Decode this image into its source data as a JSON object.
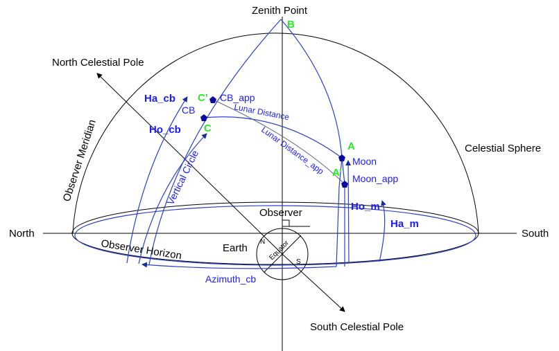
{
  "labels": {
    "zenith": "Zenith Point",
    "ncp": "North Celestial Pole",
    "scp": "South Celestial Pole",
    "north": "North",
    "south": "South",
    "celestial_sphere": "Celestial Sphere",
    "observer_meridian": "Observer Meridian",
    "observer_horizon": "Observer Horizon",
    "observer": "Observer",
    "earth": "Earth",
    "equator": "Equator",
    "earth_n": "N",
    "earth_s": "S",
    "vertical_circle": "Vertical Circle",
    "lunar_distance": "Lunar Distance",
    "lunar_distance_app": "Lunar Distance_app",
    "azimuth_cb": "Azimuth_cb",
    "ha_cb": "Ha_cb",
    "ho_cb": "Ho_cb",
    "cb": "CB",
    "cb_app": "CB_app",
    "moon": "Moon",
    "moon_app": "Moon_app",
    "ho_m": "Ho_m",
    "ha_m": "Ha_m"
  },
  "points": {
    "B": "B",
    "C": "C",
    "C_prime": "C’",
    "A": "A",
    "A_prime": "A’"
  },
  "colors": {
    "blue": "#1a1aff",
    "green": "#22ee22",
    "black": "#000000"
  }
}
